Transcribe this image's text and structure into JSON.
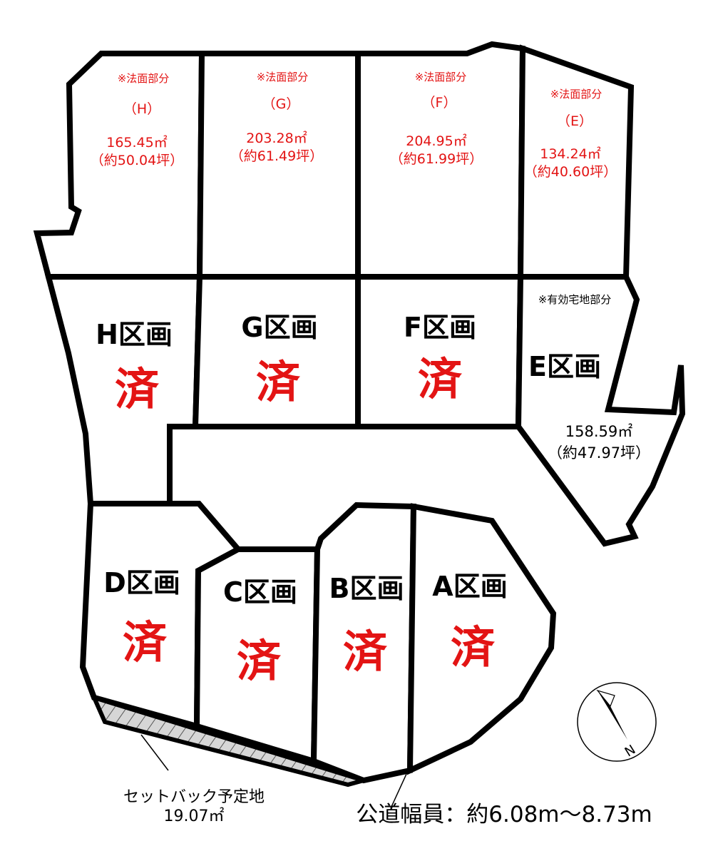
{
  "colors": {
    "sold": "#e31414",
    "line": "#000000",
    "background": "#ffffff"
  },
  "lots_upper": [
    {
      "id": "H",
      "note": "※法面部分",
      "label": "（H）",
      "area": "165.45㎡",
      "tsubo": "（約50.04坪）"
    },
    {
      "id": "G",
      "note": "※法面部分",
      "label": "（G）",
      "area": "203.28㎡",
      "tsubo": "（約61.49坪）"
    },
    {
      "id": "F",
      "note": "※法面部分",
      "label": "（F）",
      "area": "204.95㎡",
      "tsubo": "（約61.99坪）"
    },
    {
      "id": "E",
      "note": "※法面部分",
      "label": "（E）",
      "area": "134.24㎡",
      "tsubo": "（約40.60坪）"
    }
  ],
  "lots": [
    {
      "name": "H区画",
      "status": "済"
    },
    {
      "name": "G区画",
      "status": "済"
    },
    {
      "name": "F区画",
      "status": "済"
    },
    {
      "name": "E区画",
      "status": ""
    },
    {
      "name": "D区画",
      "status": "済"
    },
    {
      "name": "C区画",
      "status": "済"
    },
    {
      "name": "B区画",
      "status": "済"
    },
    {
      "name": "A区画",
      "status": "済"
    }
  ],
  "lot_e_effective": {
    "note": "※有効宅地部分",
    "area": "158.59㎡",
    "tsubo": "（約47.97坪）"
  },
  "setback": {
    "label": "セットバック予定地",
    "area": "19.07㎡"
  },
  "road": {
    "label": "公道幅員：約6.08m～8.73m"
  },
  "compass": {
    "label": "N"
  }
}
